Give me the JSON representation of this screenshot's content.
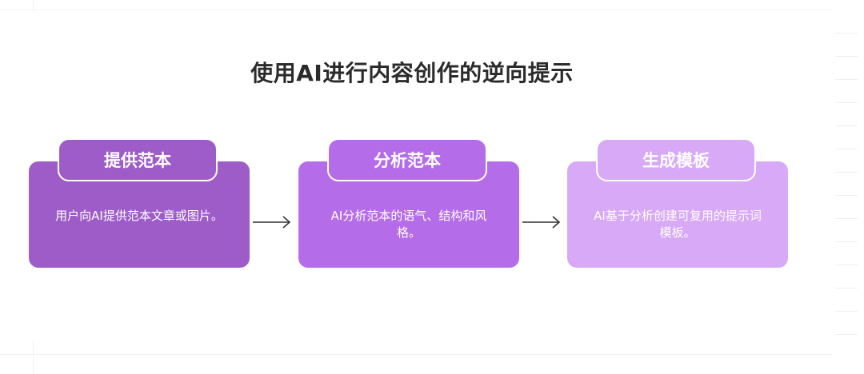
{
  "title": "使用AI进行内容创作的逆向提示",
  "steps": [
    {
      "label": "提供范本",
      "description": "用户向AI提供范本文章或图片。",
      "color": "#9e5cc9"
    },
    {
      "label": "分析范本",
      "description": "AI分析范本的语气、结构和风格。",
      "color": "#b56ce8"
    },
    {
      "label": "生成模板",
      "description": "AI基于分析创建可复用的提示词模板。",
      "color": "#d8a9f6"
    }
  ],
  "colors": {
    "arrow": "#333333",
    "title": "#2b2b2b"
  }
}
